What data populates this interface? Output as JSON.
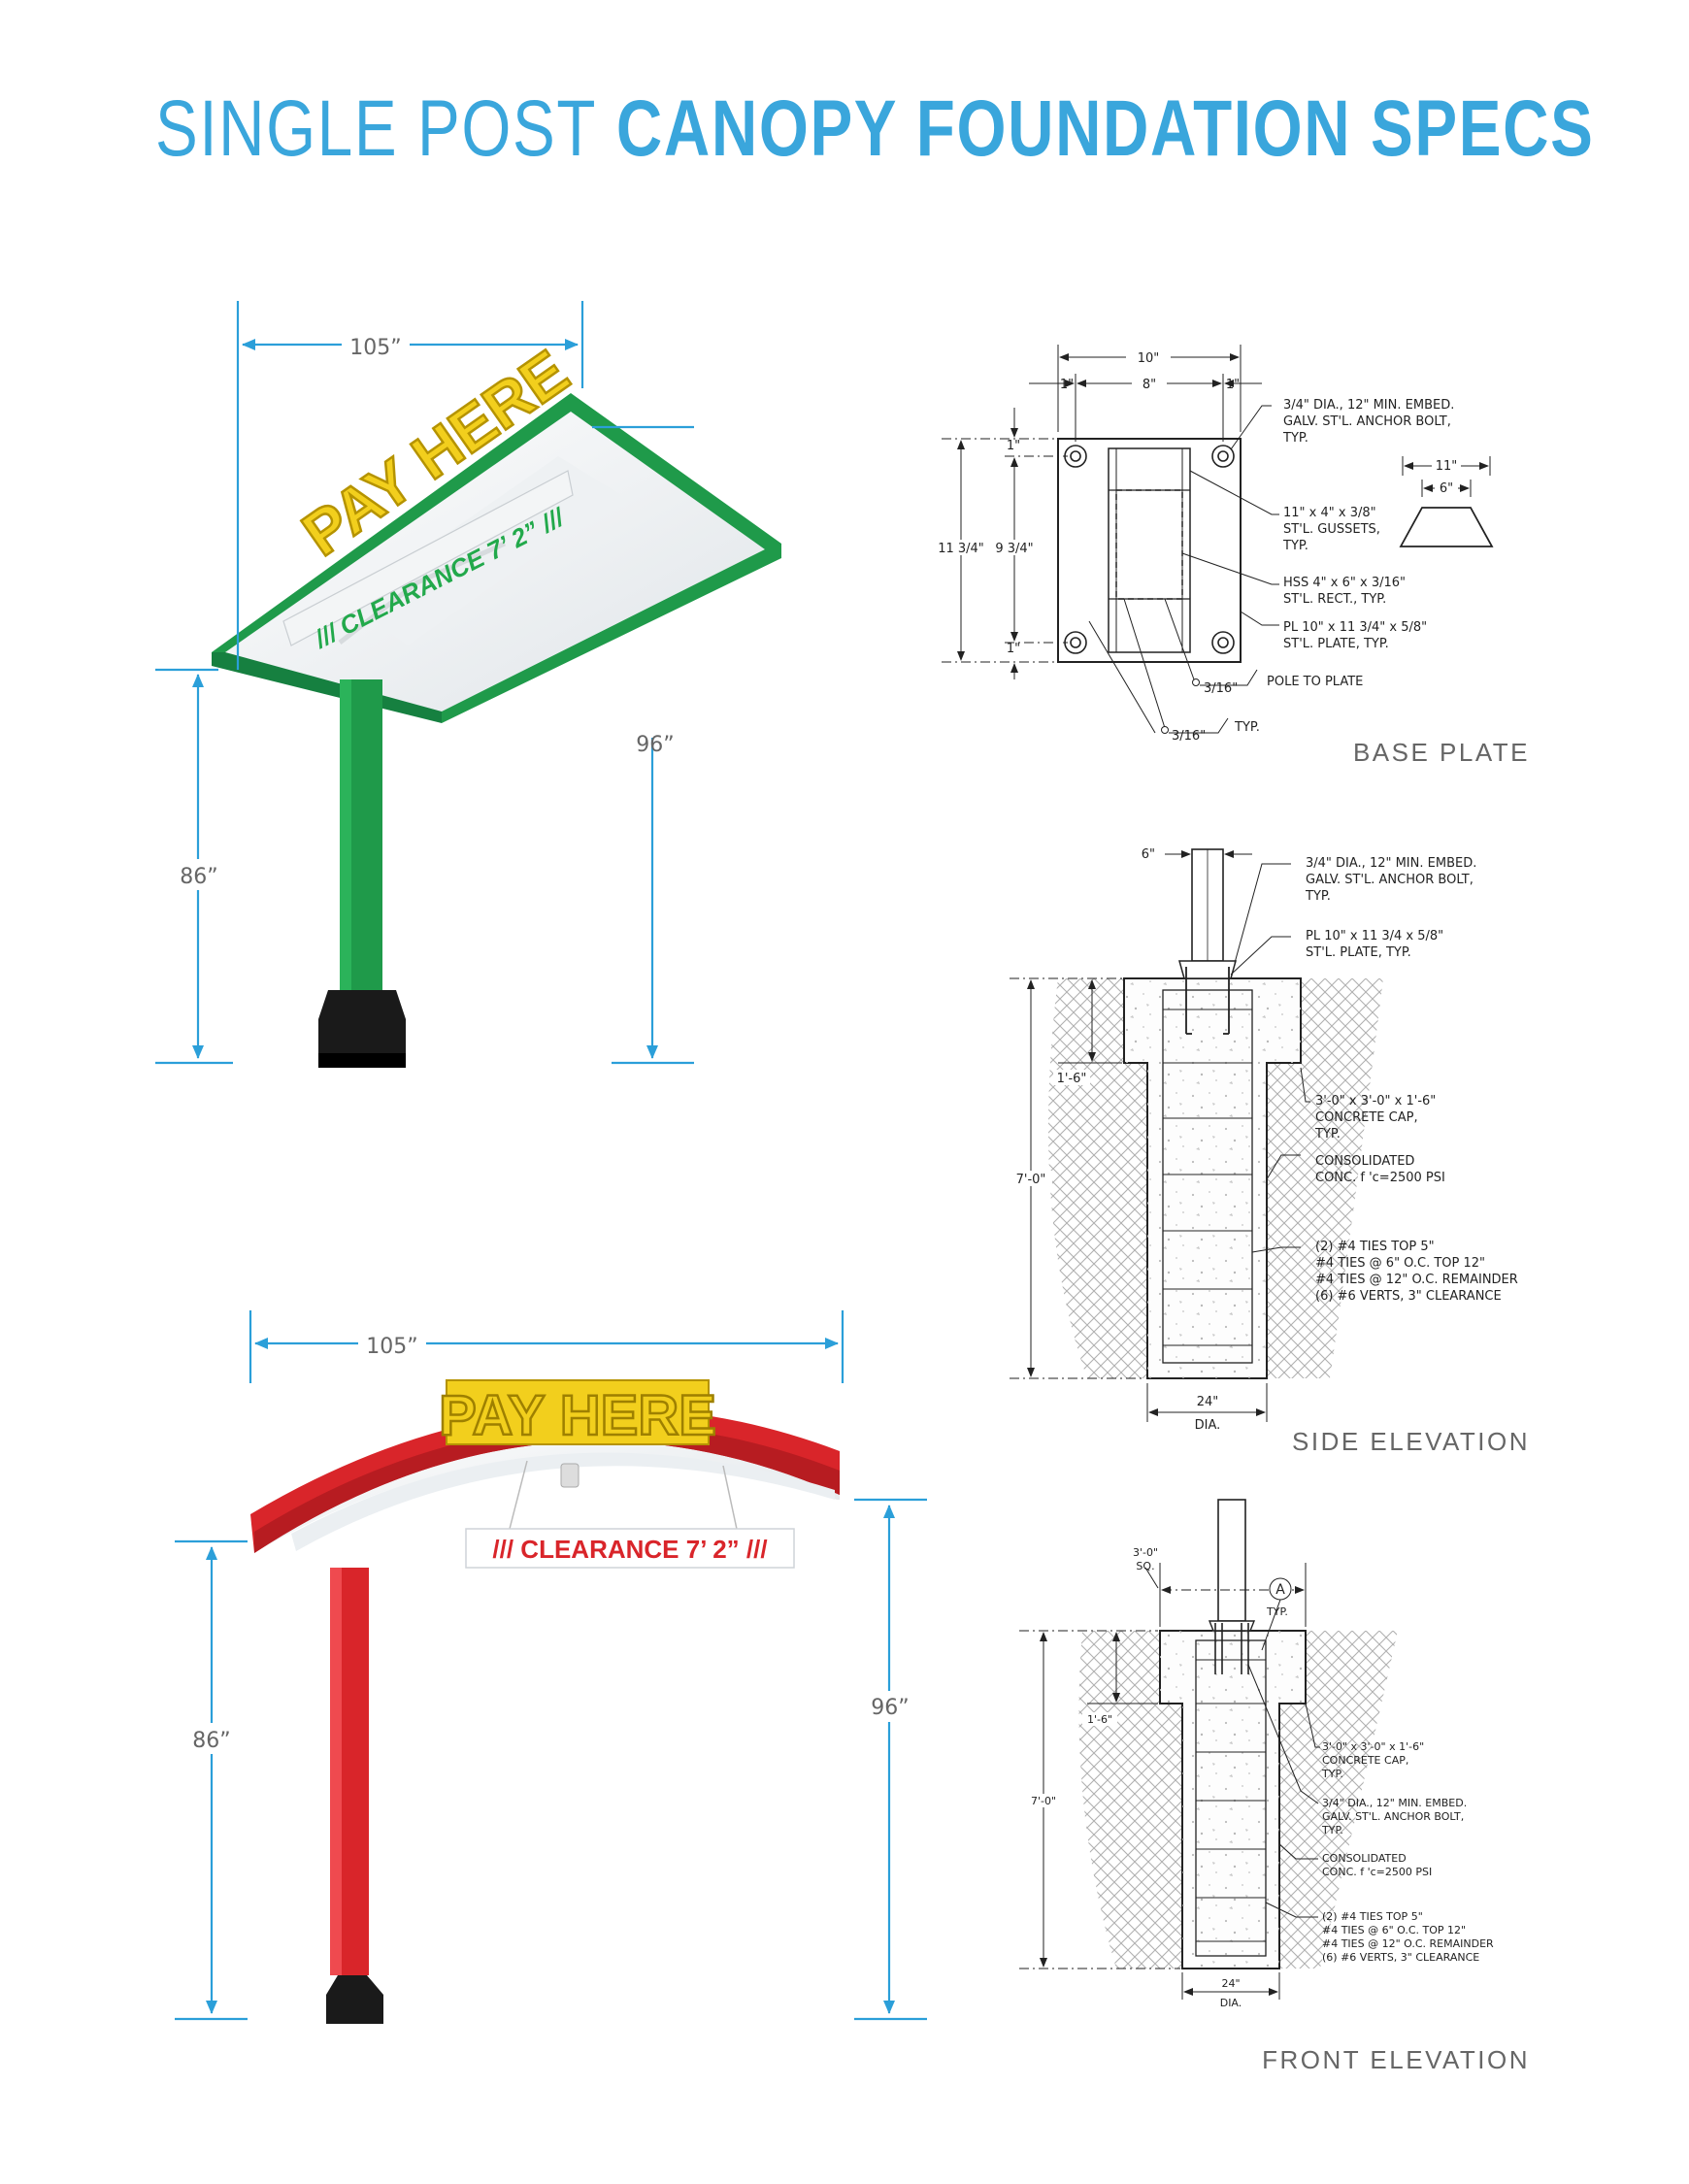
{
  "title": {
    "light": "SINGLE POST",
    "bold": "CANOPY FOUNDATION SPECS"
  },
  "colors": {
    "title": "#3aa6dc",
    "dimension": "#2b9fd9",
    "canopy_green": "#1f9a4a",
    "canopy_red": "#d9252a",
    "sign_yellow": "#f2cf1d",
    "base_black": "#1a1a1a"
  },
  "canopy_green": {
    "width": "105”",
    "post_height": "86”",
    "total_height": "96”",
    "sign": "PAY HERE",
    "clearance": "/// CLEARANCE 7’ 2” ///"
  },
  "canopy_red": {
    "width": "105”",
    "post_height": "86”",
    "total_height": "96”",
    "sign": "PAY HERE",
    "clearance": "/// CLEARANCE 7’ 2” ///"
  },
  "base_plate": {
    "caption": "BASE PLATE",
    "dim_total_width": "10\"",
    "dim_inner_width": "8\"",
    "dim_edge": "1\"",
    "dim_height_outer": "11 3/4\"",
    "dim_height_inner": "9 3/4\"",
    "notes": [
      [
        "3/4\" DIA., 12\" MIN. EMBED.",
        "GALV. ST'L. ANCHOR BOLT,",
        "TYP."
      ],
      [
        "11\" x 4\" x 3/8\"",
        "ST'L. GUSSETS,",
        "TYP."
      ],
      [
        "HSS 4\" x 6\" x 3/16\"",
        "ST'L. RECT., TYP."
      ],
      [
        "PL 10\" x 11 3/4\" x 5/8\"",
        "ST'L. PLATE, TYP."
      ]
    ],
    "weld_1_size": "3/16\"",
    "weld_1_note": "POLE TO PLATE",
    "weld_2_size": "3/16\"",
    "weld_2_note": "TYP.",
    "gusset_outer": "11\"",
    "gusset_inner": "6\""
  },
  "side_elevation": {
    "caption": "SIDE ELEVATION",
    "dim_post": "6\"",
    "dim_cap_depth": "1'-6\"",
    "dim_depth": "7'-0\"",
    "dim_dia": [
      "24\"",
      "DIA."
    ],
    "notes": [
      [
        "3/4\" DIA., 12\" MIN. EMBED.",
        "GALV. ST'L. ANCHOR BOLT,",
        "TYP."
      ],
      [
        "PL 10\" x 11 3/4 x 5/8\"",
        "ST'L. PLATE, TYP."
      ],
      [
        "3'-0\" x 3'-0\" x 1'-6\"",
        "CONCRETE CAP,",
        "TYP."
      ],
      [
        "CONSOLIDATED",
        "CONC. f 'c=2500 PSI"
      ],
      [
        "(2) #4 TIES TOP 5\"",
        "#4 TIES @ 6\" O.C. TOP 12\"",
        "#4 TIES @ 12\" O.C. REMAINDER",
        "(6) #6 VERTS, 3\" CLEARANCE"
      ]
    ]
  },
  "front_elevation": {
    "caption": "FRONT ELEVATION",
    "dim_cap": [
      "3'-0\"",
      "SQ."
    ],
    "section_mark": "A",
    "section_typ": "TYP.",
    "dim_cap_depth": "1'-6\"",
    "dim_depth": "7'-0\"",
    "dim_dia": [
      "24\"",
      "DIA."
    ],
    "notes": [
      [
        "3'-0\" x 3'-0\" x 1'-6\"",
        "CONCRETE CAP,",
        "TYP."
      ],
      [
        "3/4\" DIA., 12\" MIN. EMBED.",
        "GALV. ST'L. ANCHOR BOLT,",
        "TYP."
      ],
      [
        "CONSOLIDATED",
        "CONC. f 'c=2500 PSI"
      ],
      [
        "(2) #4 TIES TOP 5\"",
        "#4 TIES @ 6\" O.C. TOP 12\"",
        "#4 TIES @ 12\" O.C. REMAINDER",
        "(6) #6 VERTS, 3\" CLEARANCE"
      ]
    ]
  }
}
